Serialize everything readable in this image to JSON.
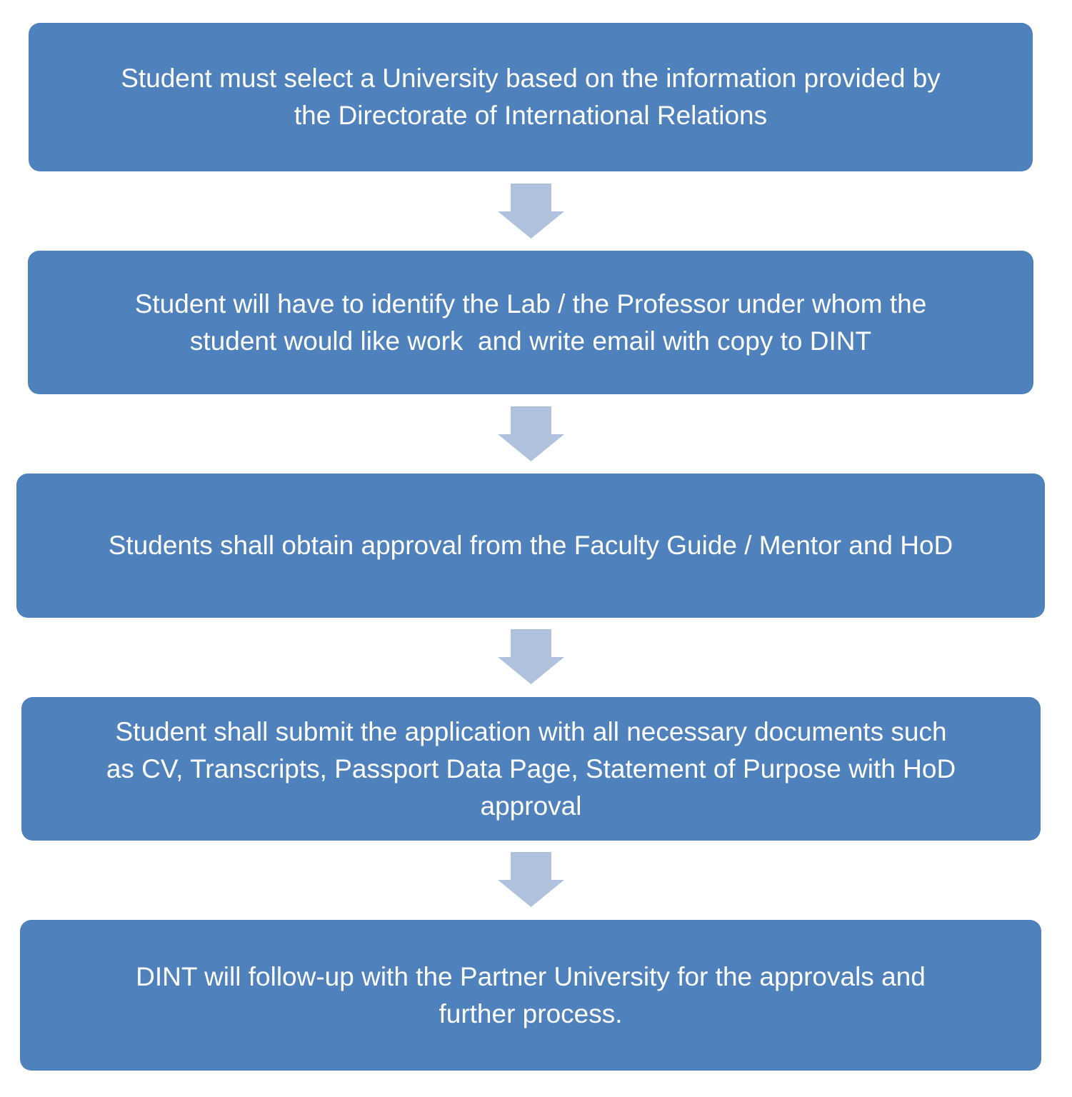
{
  "colors": {
    "box": "#4f81bd",
    "arrow": "#b0c1dd",
    "text": "#ffffff"
  },
  "steps": [
    {
      "lines": [
        "Student must select a University based on the information provided by",
        "the Directorate of International Relations"
      ]
    },
    {
      "lines": [
        "Student will have to identify the Lab / the Professor under whom the",
        "student would like work  and write email with copy to DINT"
      ]
    },
    {
      "lines": [
        "Students shall obtain approval from the Faculty Guide / Mentor and HoD"
      ]
    },
    {
      "lines": [
        "Student shall submit the application with all necessary documents such",
        "as CV, Transcripts, Passport Data Page, Statement of Purpose with HoD",
        "approval"
      ]
    },
    {
      "lines": [
        "DINT will follow-up with the Partner University for the approvals and",
        "further process."
      ]
    }
  ]
}
